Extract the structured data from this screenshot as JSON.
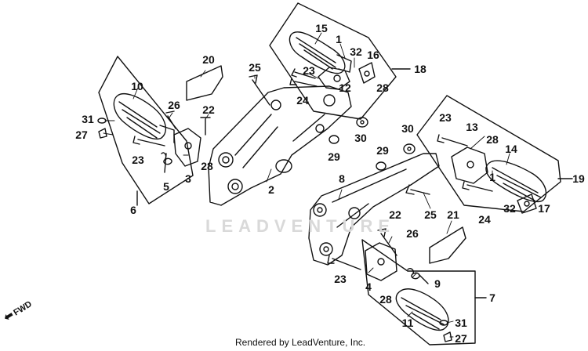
{
  "diagram": {
    "credit": "Rendered by LeadVenture, Inc.",
    "watermark": "LEADVENTURE",
    "forward_indicator": "FWD",
    "callouts": {
      "upper_right_peg_group": {
        "bracket": "18",
        "parts": [
          "15",
          "1",
          "32",
          "16",
          "23",
          "12",
          "24",
          "28"
        ]
      },
      "mid_left_peg_group": {
        "bracket": "6",
        "parts": [
          "10",
          "31",
          "27",
          "26",
          "22",
          "23",
          "3",
          "28",
          "5"
        ]
      },
      "frame_group": {
        "parts": [
          "20",
          "25",
          "2",
          "30",
          "29",
          "30",
          "29"
        ]
      },
      "right_peg_group": {
        "bracket": "19",
        "parts": [
          "23",
          "13",
          "28",
          "14",
          "1",
          "32",
          "17",
          "24"
        ]
      },
      "lower_peg_group": {
        "bracket": "7",
        "parts": [
          "8",
          "22",
          "26",
          "21",
          "25",
          "23",
          "4",
          "9",
          "28",
          "11",
          "31",
          "27"
        ]
      }
    }
  }
}
